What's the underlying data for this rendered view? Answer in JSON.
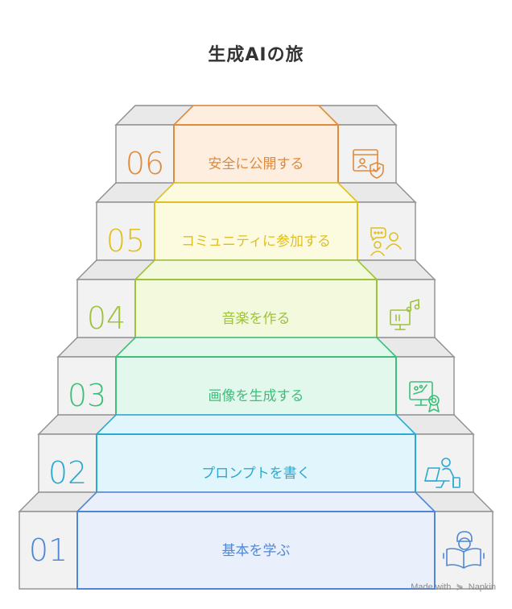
{
  "title": "生成AIの旅",
  "steps": [
    {
      "number": "06",
      "label": "安全に公開する",
      "icon": "certificate-shield-icon",
      "color": "#e08a3c",
      "fill": "#fdeee0"
    },
    {
      "number": "05",
      "label": "コミュニティに参加する",
      "icon": "community-chat-icon",
      "color": "#e0c020",
      "fill": "#fcfbe0"
    },
    {
      "number": "04",
      "label": "音楽を作る",
      "icon": "music-monitor-icon",
      "color": "#9ec23a",
      "fill": "#f2f9dc"
    },
    {
      "number": "03",
      "label": "画像を生成する",
      "icon": "art-award-icon",
      "color": "#3dbf7a",
      "fill": "#e3f8ec"
    },
    {
      "number": "02",
      "label": "プロンプトを書く",
      "icon": "person-laptop-icon",
      "color": "#2aa9d2",
      "fill": "#e1f6fc"
    },
    {
      "number": "01",
      "label": "基本を学ぶ",
      "icon": "reader-book-icon",
      "color": "#4f86d6",
      "fill": "#e9f0fc"
    }
  ],
  "footer": {
    "made_with": "Made with",
    "brand": "Napkin"
  }
}
